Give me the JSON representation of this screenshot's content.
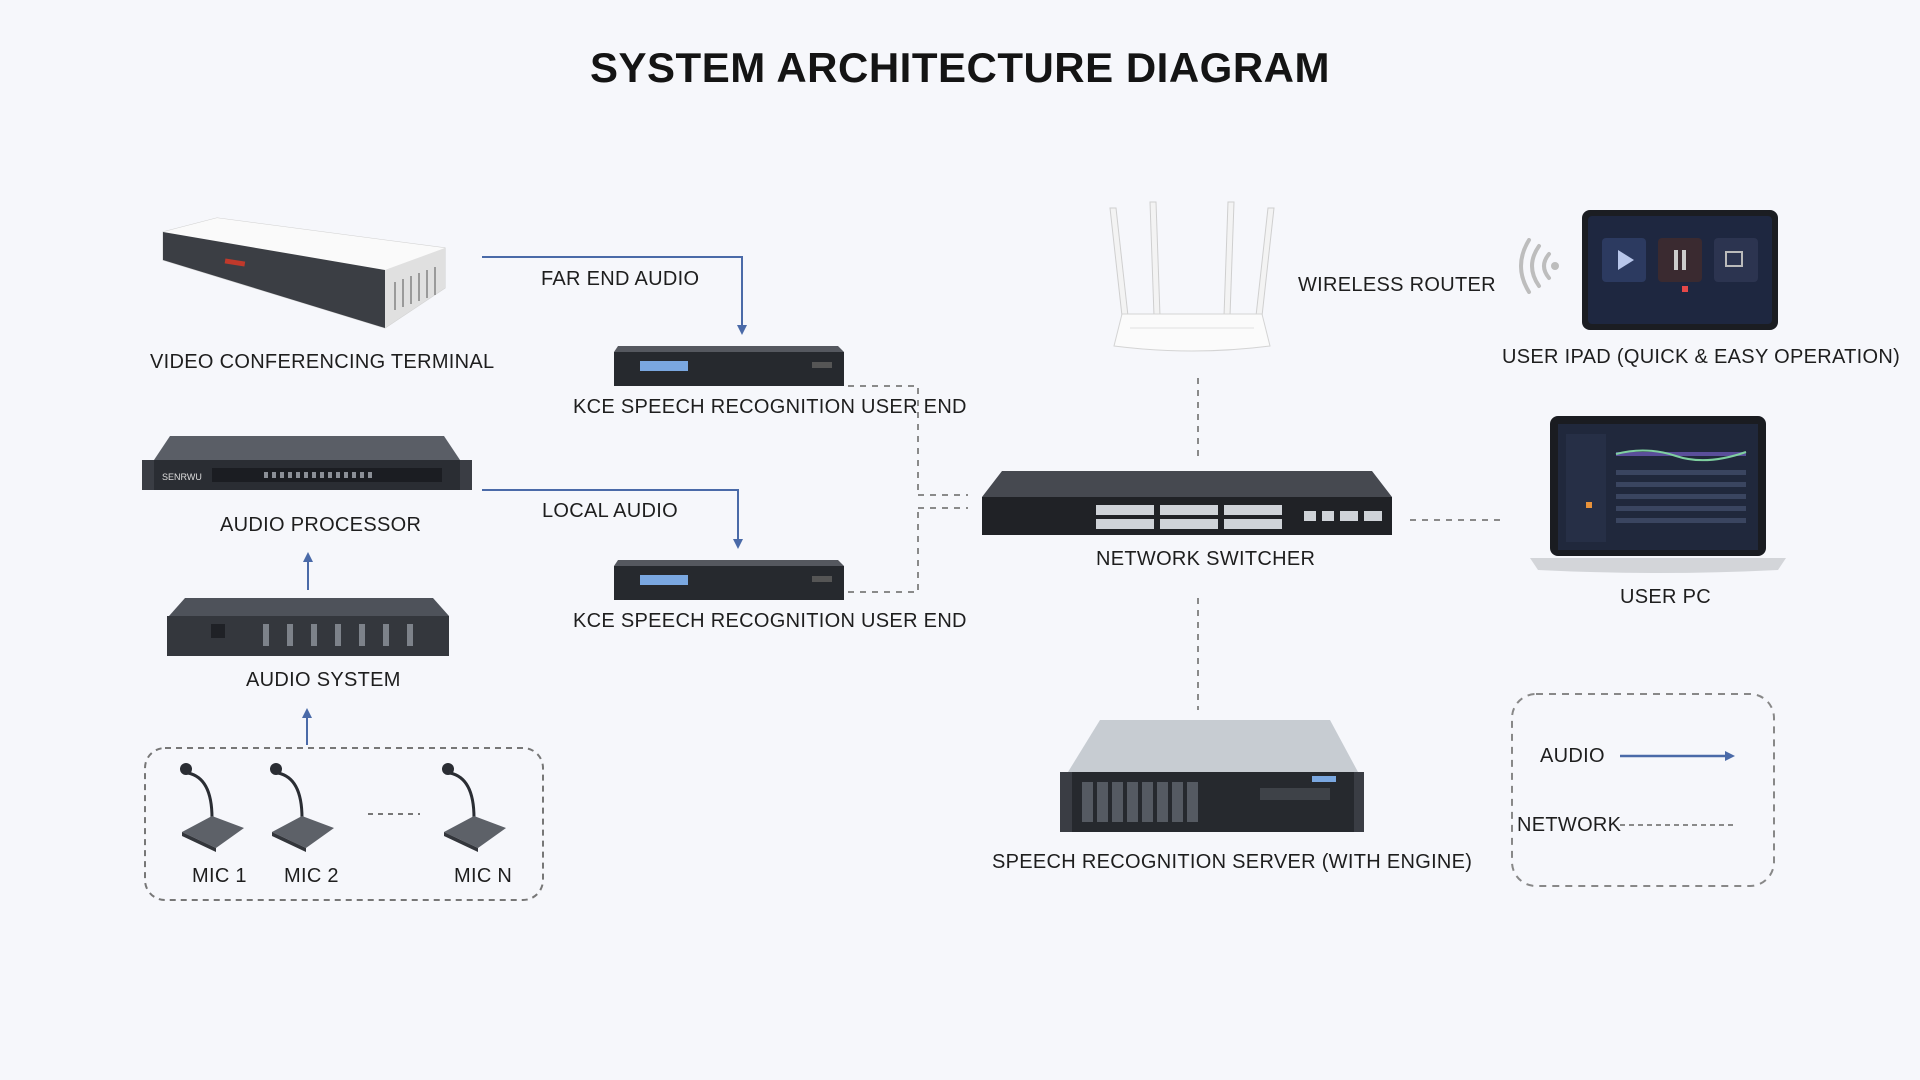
{
  "title": "SYSTEM ARCHITECTURE DIAGRAM",
  "devices": {
    "video_terminal": "VIDEO CONFERENCING TERMINAL",
    "audio_processor": "AUDIO PROCESSOR",
    "audio_system": "AUDIO SYSTEM",
    "kce_user_end_1": "KCE SPEECH RECOGNITION USER END",
    "kce_user_end_2": "KCE SPEECH RECOGNITION USER END",
    "network_switcher": "NETWORK SWITCHER",
    "wireless_router": "WIRELESS ROUTER",
    "user_ipad": "USER IPAD (QUICK & EASY OPERATION)",
    "user_pc": "USER PC",
    "server": "SPEECH RECOGNITION SERVER (WITH ENGINE)"
  },
  "edges": {
    "far_end_audio": "FAR END AUDIO",
    "local_audio": "LOCAL AUDIO"
  },
  "mics": {
    "mic1": "MIC 1",
    "mic2": "MIC 2",
    "micn": "MIC N"
  },
  "legend": {
    "audio": "AUDIO",
    "network": "NETWORK"
  },
  "device_text": {
    "processor_brand": "SENRWU"
  },
  "colors": {
    "audio_line": "#4a6aa8",
    "network_line": "#8a8a8a",
    "device_dark": "#2a2d33"
  }
}
